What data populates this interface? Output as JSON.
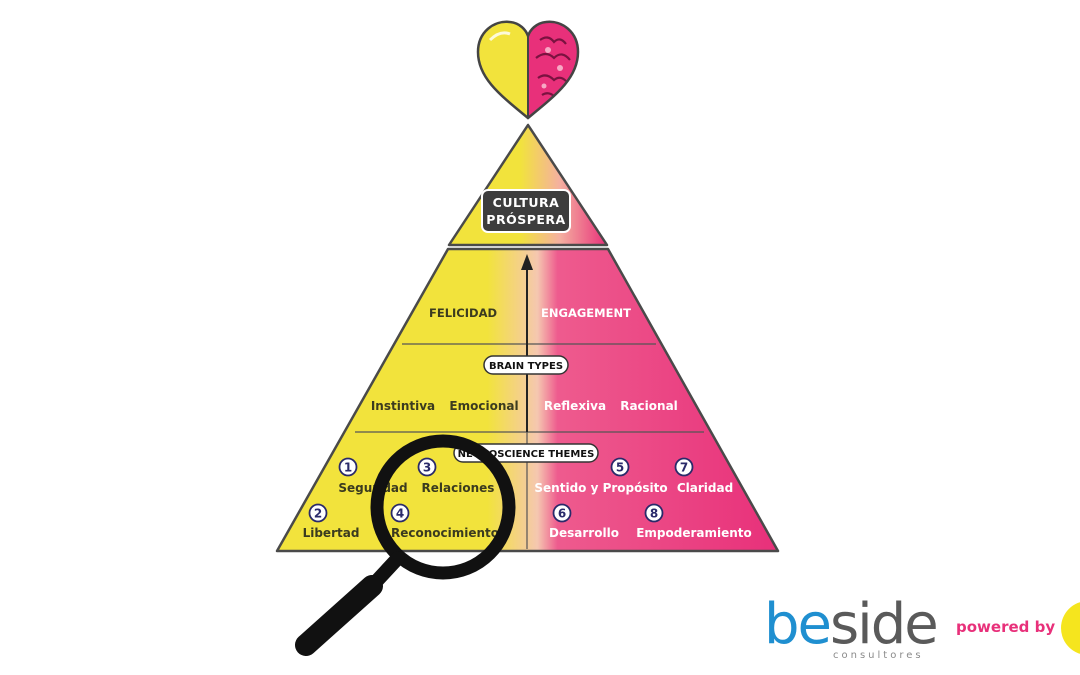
{
  "top": {
    "caption_line1": "CULTURA",
    "caption_line2": "PRÓSPERA"
  },
  "headers": {
    "left": "FELICIDAD",
    "right": "ENGAGEMENT"
  },
  "brain_types": {
    "title": "BRAIN TYPES",
    "items": [
      "Instintiva",
      "Emocional",
      "Reflexiva",
      "Racional"
    ]
  },
  "themes": {
    "title": "NEUROSCIENCE THEMES",
    "items": [
      {
        "num": "1",
        "label": "Seguridad"
      },
      {
        "num": "2",
        "label": "Libertad"
      },
      {
        "num": "3",
        "label": "Relaciones"
      },
      {
        "num": "4",
        "label": "Reconocimiento"
      },
      {
        "num": "5",
        "label": "Sentido y Propósito"
      },
      {
        "num": "6",
        "label": "Desarrollo"
      },
      {
        "num": "7",
        "label": "Claridad"
      },
      {
        "num": "8",
        "label": "Empoderamiento"
      }
    ]
  },
  "footer": {
    "brand_be": "be",
    "brand_side": "side",
    "brand_sub": "consultores",
    "powered_by": "powered by"
  },
  "colors": {
    "yellow": "#f2e33c",
    "pink": "#e8307a",
    "dark": "#3d3d3d",
    "beside_blue": "#1f8fd0"
  }
}
